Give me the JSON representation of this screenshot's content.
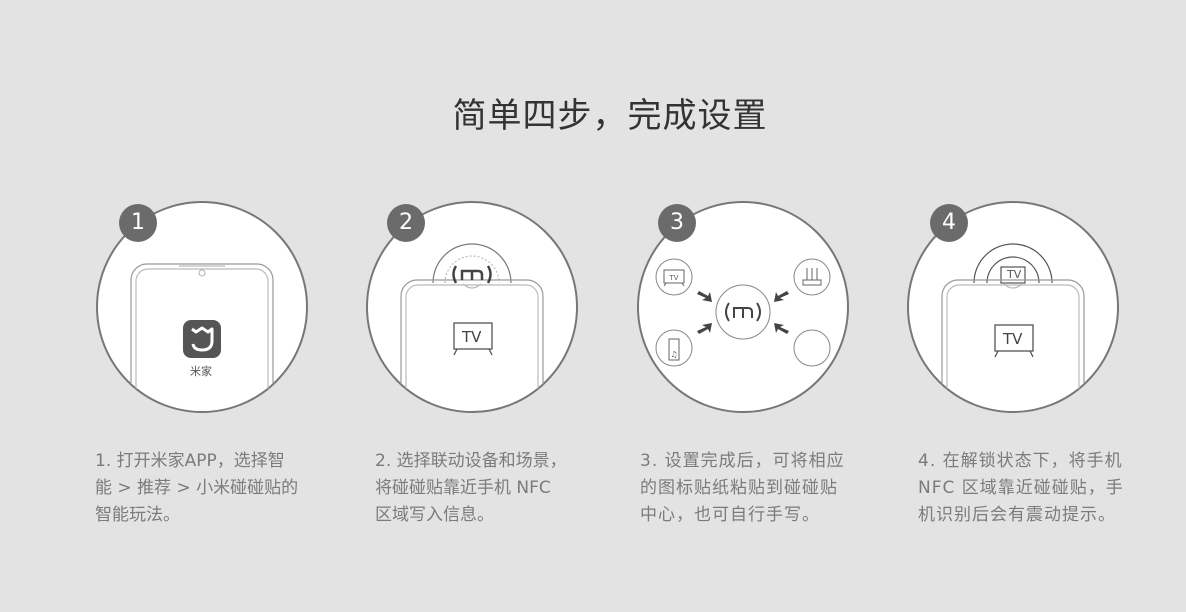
{
  "header": {
    "title": "简单四步，完成设置"
  },
  "colors": {
    "background": "#e3e3e3",
    "badge": "#6b6b6b",
    "title": "#333333",
    "text": "#7b7b7b",
    "line": "#777777"
  },
  "steps": [
    {
      "number": "1",
      "icon": "mijia-app-icon",
      "app_label": "米家",
      "lines": [
        "1. 打开米家APP，选择智",
        "能 > 推荐 > 小米碰碰贴的",
        "智能玩法。"
      ]
    },
    {
      "number": "2",
      "icon": "tv-icon",
      "tv_label": "TV",
      "lines": [
        "2. 选择联动设备和场景，",
        "将碰碰贴靠近手机 NFC",
        "区域写入信息。"
      ]
    },
    {
      "number": "3",
      "icon": "nfc-sticker-icon",
      "tv_label": "TV",
      "lines": [
        "3. 设置完成后，可将相应",
        "的图标贴纸粘贴到碰碰贴",
        "中心，也可自行手写。"
      ]
    },
    {
      "number": "4",
      "icon": "tv-icon",
      "tv_label": "TV",
      "lines": [
        "4. 在解锁状态下，将手机",
        "NFC 区域靠近碰碰贴，手",
        "机识别后会有震动提示。"
      ]
    }
  ]
}
